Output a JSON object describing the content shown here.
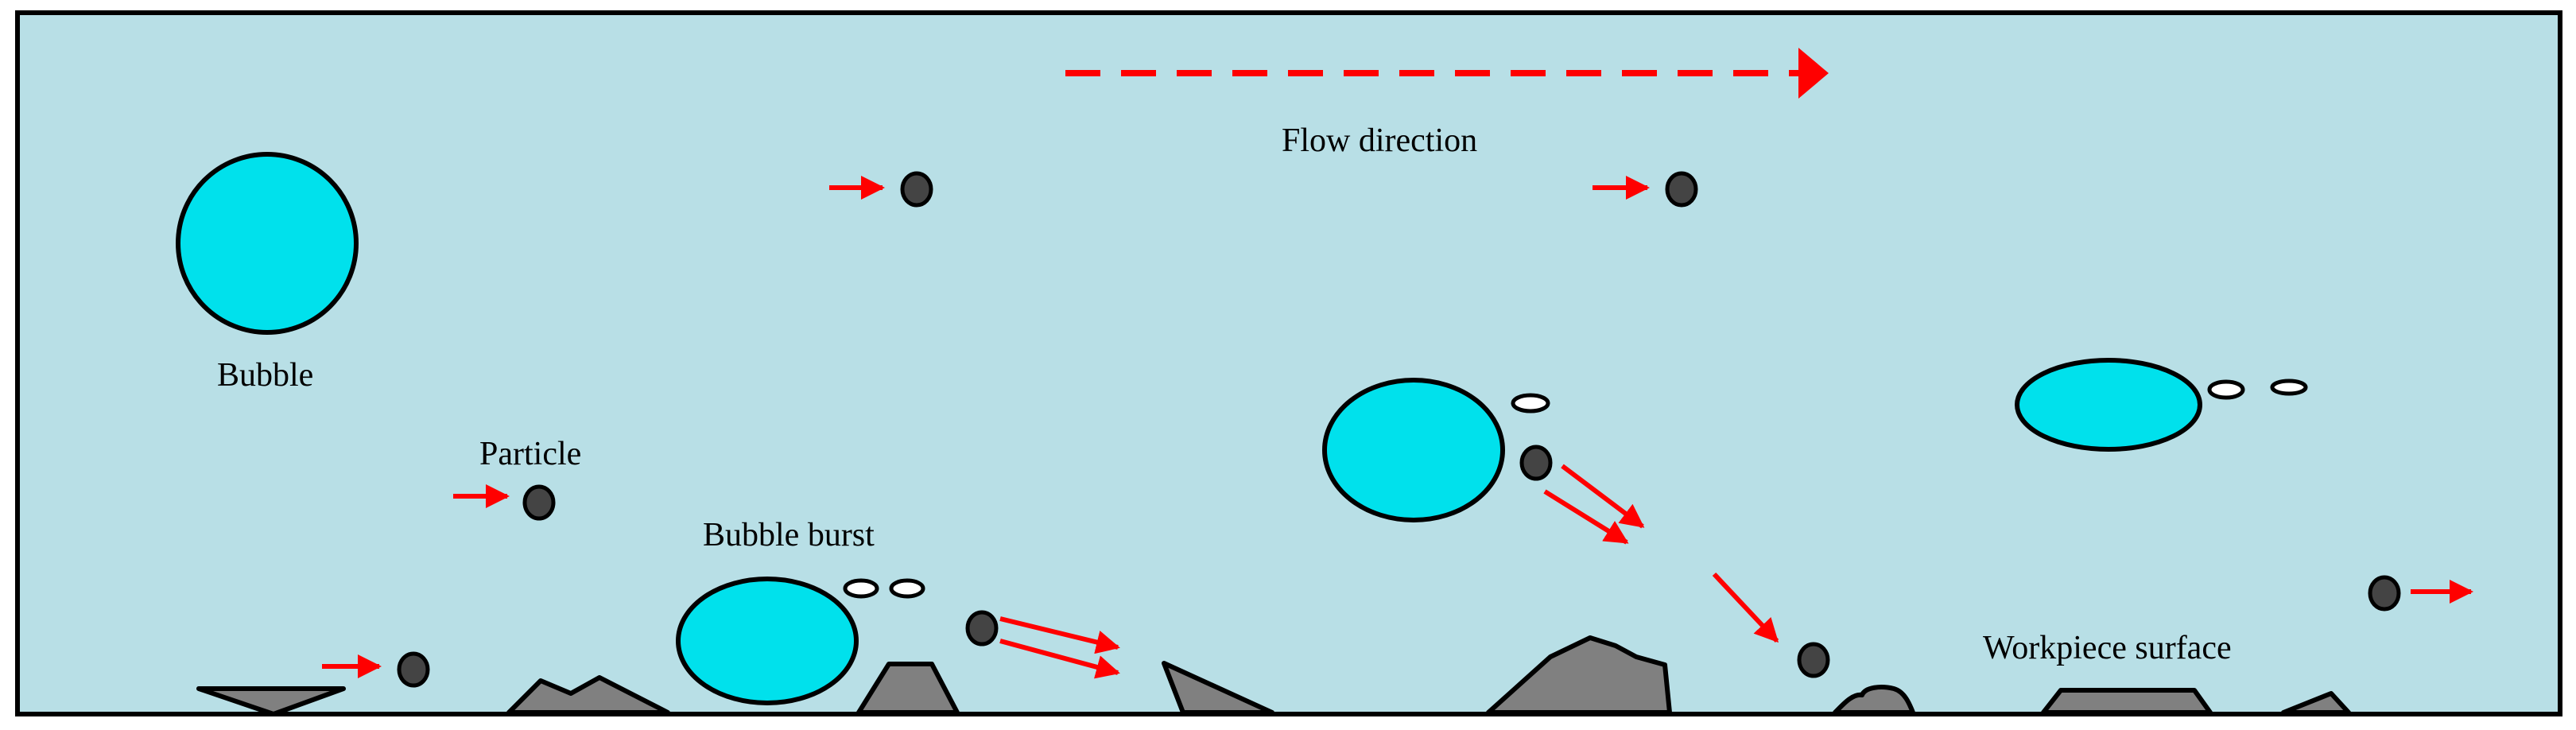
{
  "labels": {
    "flow_direction": "Flow direction",
    "bubble": "Bubble",
    "particle": "Particle",
    "bubble_burst": "Bubble burst",
    "workpiece_surface": "Workpiece surface"
  },
  "colors": {
    "fluid": "#b8dfe6",
    "bubble": "#00e1ec",
    "particle": "#444444",
    "arrow": "#ff0000",
    "workpiece": "#808080",
    "outline": "#000000"
  }
}
